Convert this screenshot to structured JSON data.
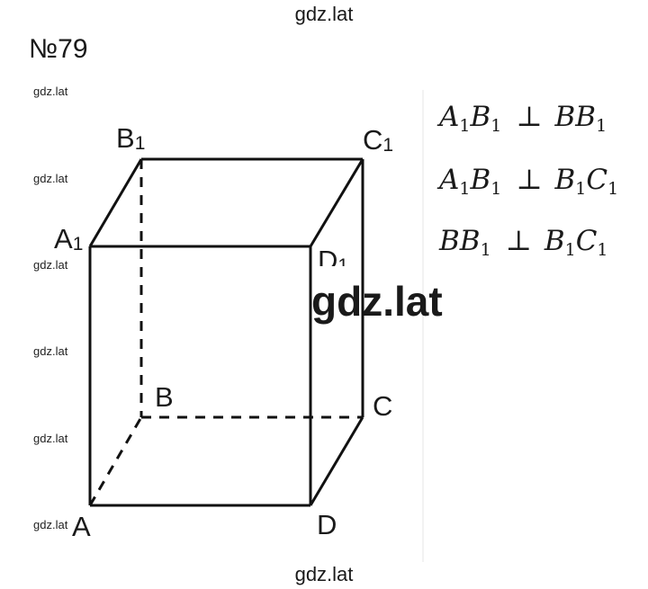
{
  "watermark": {
    "top": "gdz.lat",
    "bottom": "gdz.lat",
    "big": "gdz.lat",
    "side": [
      "gdz.lat",
      "gdz.lat",
      "gdz.lat",
      "gdz.lat",
      "gdz.lat",
      "gdz.lat"
    ]
  },
  "problem_number": "№79",
  "vertices": {
    "A": "A",
    "B": "B",
    "C": "C",
    "D": "D",
    "A1_base": "A",
    "A1_sub": "1",
    "B1_base": "B",
    "B1_sub": "1",
    "C1_base": "C",
    "C1_sub": "1",
    "D1_base": "D",
    "D1_sub": "1"
  },
  "statements": [
    {
      "l1": "A",
      "l1s": "1",
      "l2": "B",
      "l2s": "1",
      "op": "⊥",
      "r1": "B",
      "r1s": "",
      "r2": "B",
      "r2s": "1"
    },
    {
      "l1": "A",
      "l1s": "1",
      "l2": "B",
      "l2s": "1",
      "op": "⊥",
      "r1": "B",
      "r1s": "1",
      "r2": "C",
      "r2s": "1"
    },
    {
      "l1": "B",
      "l1s": "",
      "l2": "B",
      "l2s": "1",
      "op": "⊥",
      "r1": "B",
      "r1s": "1",
      "r2": "C",
      "r2s": "1"
    }
  ]
}
